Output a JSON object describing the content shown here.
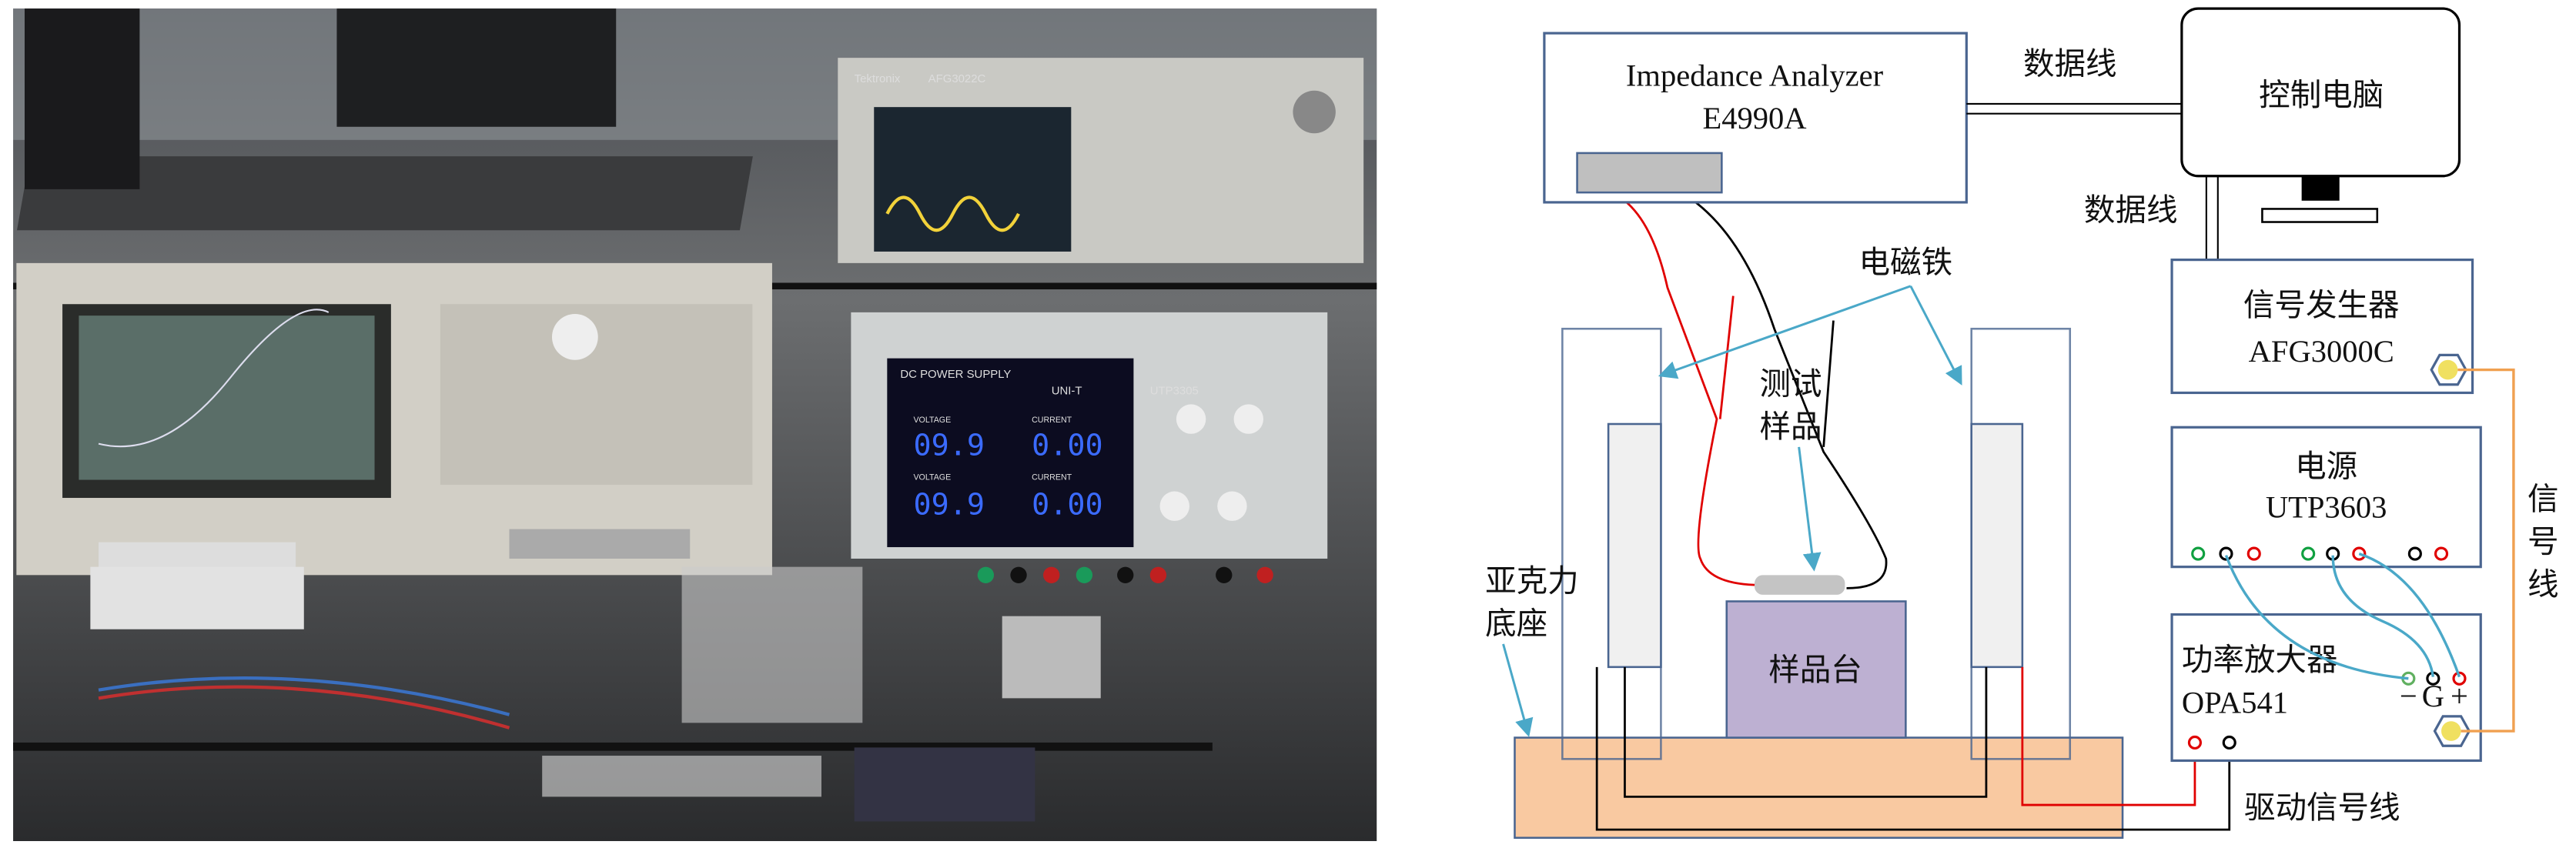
{
  "photo": {
    "scope_brand": "Tektronix",
    "scope_model": "AFG3022C",
    "psu_title": "DC POWER SUPPLY",
    "psu_brand": "UNI-T",
    "psu_model": "UTP3305",
    "voltage_label": "VOLTAGE",
    "current_label": "CURRENT",
    "v1": "09.9",
    "c1": "0.00",
    "v2": "09.9",
    "c2": "0.00"
  },
  "diagram": {
    "analyzer_name": "Impedance Analyzer",
    "analyzer_model": "E4990A",
    "data_line_1": "数据线",
    "computer": "控制电脑",
    "data_line_2": "数据线",
    "generator_name": "信号发生器",
    "generator_model": "AFG3000C",
    "psu_name": "电源",
    "psu_model": "UTP3603",
    "amp_name": "功率放大器",
    "amp_model": "OPA541",
    "amp_minus": "−",
    "amp_ground": "G",
    "amp_plus": "+",
    "signal_line": [
      "信",
      "号",
      "线"
    ],
    "electromagnet": "电磁铁",
    "sample_label": [
      "测试",
      "样品"
    ],
    "stage": "样品台",
    "base_label": [
      "亚克力",
      "底座"
    ],
    "drive_line": "驱动信号线"
  },
  "colors": {
    "box_stroke": "#4a6590",
    "arrow": "#4aa8c8",
    "red_wire": "#e00000",
    "orange_wire": "#f0a050",
    "base_fill": "#f9c9a1",
    "stage_fill": "#bdb0d2"
  }
}
